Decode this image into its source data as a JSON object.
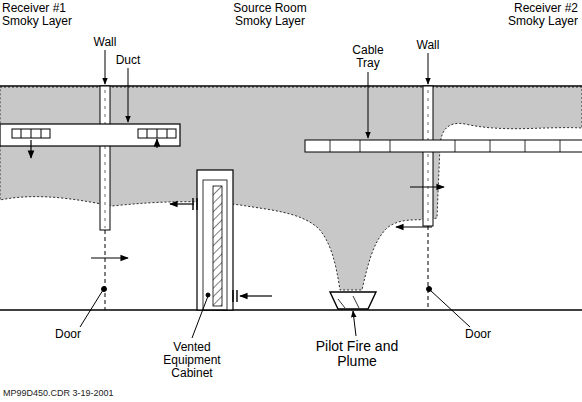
{
  "diagram": {
    "labels": [
      "Receiver #1 Smoky Layer",
      "Wall",
      "Duct",
      "Source Room Smoky Layer",
      "Cable Tray",
      "Wall",
      "Receiver #2 Smoky Layer",
      "Door",
      "Vented Equipment Cabinet",
      "Pilot Fire and Plume",
      "Door",
      "MP99D450.CDR 3-19-2001"
    ]
  }
}
